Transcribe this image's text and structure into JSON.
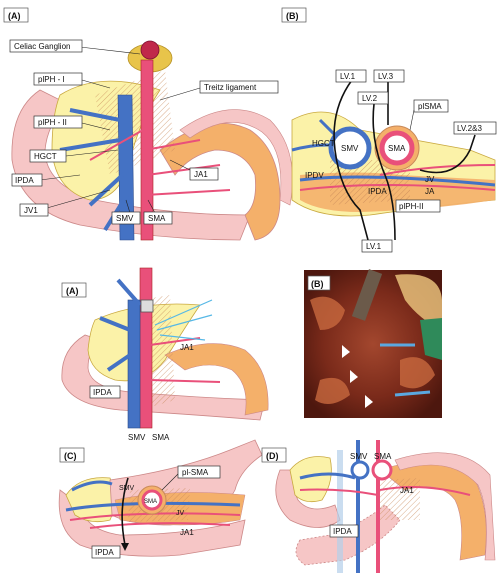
{
  "figure": {
    "top": {
      "panel_a": {
        "tag": "(A)",
        "labels": {
          "celiac": "Celiac Ganglion",
          "pph1": "plPH - I",
          "pph2": "plPH - II",
          "treitz": "Treitz ligament",
          "hgct": "HGCT",
          "ipda": "IPDA",
          "jv1": "JV1",
          "smv": "SMV",
          "sma": "SMA",
          "ja1": "JA1"
        }
      },
      "panel_b": {
        "tag": "(B)",
        "labels": {
          "lv1_top": "LV.1",
          "lv2": "LV.2",
          "lv3": "LV.3",
          "plsma": "plSMA",
          "lv23": "LV.2&3",
          "hgct": "HGCT",
          "ipdv": "IPDV",
          "smv": "SMV",
          "sma": "SMA",
          "jv": "JV",
          "ja": "JA",
          "ipda": "IPDA",
          "pph2": "plPH-II",
          "lv1_bottom": "LV.1"
        }
      }
    },
    "middle": {
      "panel_a": {
        "tag": "(A)",
        "labels": {
          "ja1": "JA1",
          "ipda": "IPDA",
          "smv": "SMV",
          "sma": "SMA"
        }
      },
      "panel_b": {
        "tag": "(B)"
      }
    },
    "bottom": {
      "panel_c": {
        "tag": "(C)",
        "labels": {
          "pl_sma": "pl-SMA",
          "smv": "SMV",
          "sma": "SMA",
          "jv": "JV",
          "ipda": "IPDA",
          "ja1": "JA1"
        }
      },
      "panel_d": {
        "tag": "(D)",
        "labels": {
          "smv": "SMV",
          "sma": "SMA",
          "ja1": "JA1",
          "ipda": "IPDA"
        }
      }
    }
  },
  "colors": {
    "pancreas": "#fbf2a8",
    "pancreas_edge": "#c9a940",
    "duodenum": "#f6c6c6",
    "jejunum": "#f4b06a",
    "artery": "#e9507a",
    "vein": "#4472c4",
    "nerve": "#e8c44a",
    "tissue": "#7a2a1a"
  }
}
